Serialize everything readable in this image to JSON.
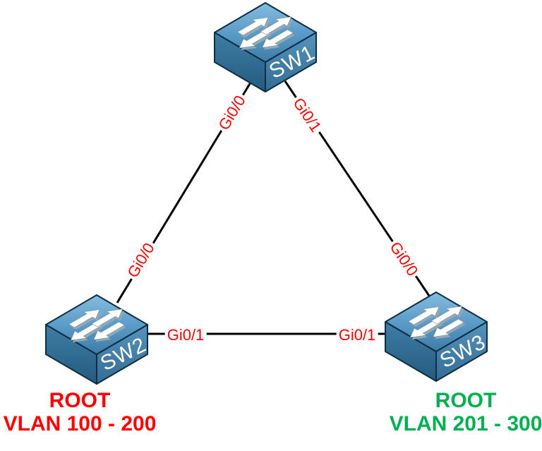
{
  "diagram": {
    "title_hint": "spanning-tree root topology",
    "devices": [
      {
        "id": "sw1",
        "name": "SW1"
      },
      {
        "id": "sw2",
        "name": "SW2",
        "note": {
          "line1": "ROOT",
          "line2": "VLAN 100 - 200",
          "color": "#ff0000"
        }
      },
      {
        "id": "sw3",
        "name": "SW3",
        "note": {
          "line1": "ROOT",
          "line2": "VLAN 201 - 300",
          "color": "#00b050"
        }
      }
    ],
    "links": [
      {
        "id": "sw1-sw2",
        "endpoints": [
          "SW1",
          "SW2"
        ],
        "labels": [
          {
            "interface": "Gi0/0",
            "near": "SW1"
          },
          {
            "interface": "Gi0/0",
            "near": "SW2"
          }
        ]
      },
      {
        "id": "sw1-sw3",
        "endpoints": [
          "SW1",
          "SW3"
        ],
        "labels": [
          {
            "interface": "Gi0/1",
            "near": "SW1"
          },
          {
            "interface": "Gi0/0",
            "near": "SW3"
          }
        ]
      },
      {
        "id": "sw2-sw3",
        "endpoints": [
          "SW2",
          "SW3"
        ],
        "labels": [
          {
            "interface": "Gi0/1",
            "near": "SW2"
          },
          {
            "interface": "Gi0/1",
            "near": "SW3"
          }
        ]
      }
    ],
    "colors": {
      "background": "#ffffff",
      "interface_label": "#ff0000",
      "link_line": "#000000",
      "root_note_sw2": "#ff0000",
      "root_note_sw3": "#00b050",
      "switch_top_face": "#5b9cc9",
      "switch_left_face": "#2c6589",
      "switch_right_face": "#4284ae",
      "switch_outline": "#0d2e44",
      "switch_arrows": "#ffffff"
    }
  }
}
